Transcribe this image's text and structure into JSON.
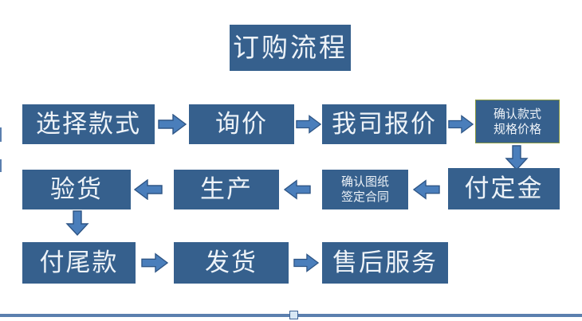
{
  "title": {
    "label": "订购流程"
  },
  "flow": {
    "row1": [
      {
        "label": "选择款式",
        "style": "big"
      },
      {
        "label": "询价",
        "style": "big"
      },
      {
        "label": "我司报价",
        "style": "big"
      },
      {
        "label": "确认款式\n规格价格",
        "style": "small"
      }
    ],
    "row2": [
      {
        "label": "验货",
        "style": "big"
      },
      {
        "label": "生产",
        "style": "big"
      },
      {
        "label": "确认图纸\n签定合同",
        "style": "small"
      },
      {
        "label": "付定金",
        "style": "big"
      }
    ],
    "row3": [
      {
        "label": "付尾款",
        "style": "big"
      },
      {
        "label": "发货",
        "style": "big"
      },
      {
        "label": "售后服务",
        "style": "big"
      }
    ]
  },
  "arrows": {
    "r1a1": "arrow-right",
    "r1a2": "arrow-right",
    "r1a3": "arrow-right",
    "down_right": "arrow-down",
    "r2a1": "arrow-left",
    "r2a2": "arrow-left",
    "r2a3": "arrow-left",
    "down_left": "arrow-down",
    "r3a1": "arrow-right",
    "r3a2": "arrow-right"
  },
  "colors": {
    "box_fill": "#36608d",
    "box_text": "#eef3f8",
    "arrow_fill": "#4a7ebb",
    "arrow_stroke": "#2e5585",
    "outline_accent": "#8a9a42",
    "rule": "#5b7fae"
  }
}
